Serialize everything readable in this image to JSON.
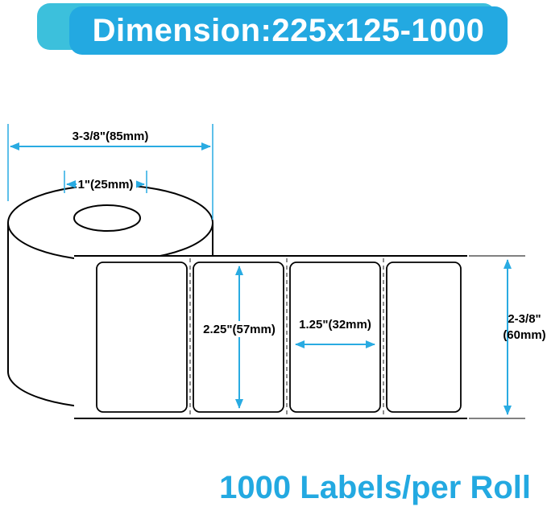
{
  "banner": {
    "title": "Dimension:225x125-1000"
  },
  "dimensions": {
    "roll_diameter": "3-3/8\"(85mm)",
    "core_diameter": "1\"(25mm)",
    "label_height": "2.25\"(57mm)",
    "label_width": "1.25\"(32mm)",
    "roll_width_line1": "2-3/8\"",
    "roll_width_line2": "(60mm)"
  },
  "footer": {
    "text": "1000 Labels/per Roll"
  },
  "colors": {
    "accent": "#29abe2",
    "banner_front": "#23a9e1",
    "banner_back": "#3cc0dc",
    "outline": "#000000"
  }
}
